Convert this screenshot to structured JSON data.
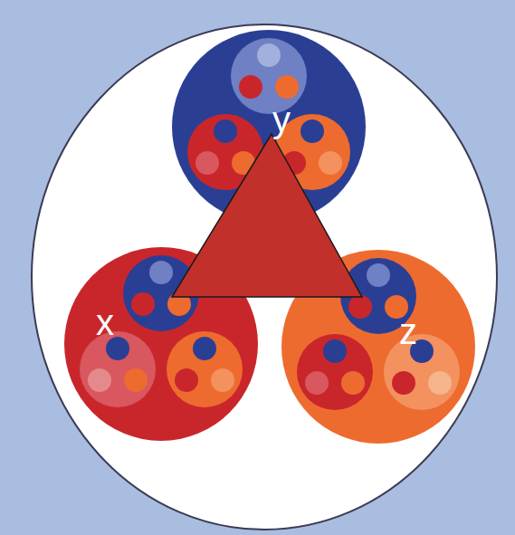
{
  "diagram": {
    "nodes": [
      {
        "text": [
          "y"
        ]
      },
      {
        "text": [
          "x"
        ]
      },
      {
        "text": [
          "z"
        ]
      }
    ]
  }
}
